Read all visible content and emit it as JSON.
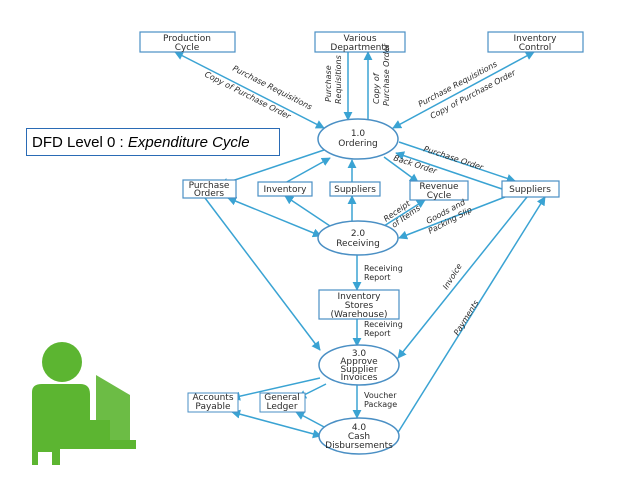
{
  "caption": {
    "prefix": "DFD Level 0 : ",
    "name": "Expenditure Cycle"
  },
  "colors": {
    "flow": "#3aa3d3",
    "box_border": "#4a8fc4",
    "icon": "#5cb531",
    "caption_border": "#2a6bb5"
  },
  "entities": {
    "production_cycle": [
      "Production",
      "Cycle"
    ],
    "various_departments": [
      "Various",
      "Departments"
    ],
    "inventory_control": [
      "Inventory",
      "Control"
    ],
    "purchase_orders": [
      "Purchase",
      "Orders"
    ],
    "inventory": [
      "Inventory"
    ],
    "suppliers_mid": [
      "Suppliers"
    ],
    "revenue_cycle": [
      "Revenue",
      "Cycle"
    ],
    "suppliers_right": [
      "Suppliers"
    ],
    "inventory_stores": [
      "Inventory",
      "Stores",
      "(Warehouse)"
    ],
    "accounts_payable": [
      "Accounts",
      "Payable"
    ],
    "general_ledger": [
      "General",
      "Ledger"
    ]
  },
  "processes": {
    "ordering": [
      "1.0",
      "Ordering"
    ],
    "receiving": [
      "2.0",
      "Receiving"
    ],
    "approve": [
      "3.0",
      "Approve",
      "Supplier",
      "Invoices"
    ],
    "cash": [
      "4.0",
      "Cash",
      "Disbursements"
    ]
  },
  "flow_labels": {
    "purchase_requisitions_left": "Purchase Requisitions",
    "copy_po_left": "Copy of Purchase Order",
    "purchase_vertical": "Purchase",
    "requisitions_vertical": "Requisitions",
    "copy_of_vertical": "Copy of",
    "purchase_order_vertical": "Purchase Order",
    "purchase_requisitions_right": "Purchase Requisitions",
    "copy_po_right": "Copy of Purchase Order",
    "purchase_order": "Purchase Order",
    "back_order": "Back Order",
    "receipt_of_items": [
      "Receipt",
      "of Items"
    ],
    "goods_packing_slip": [
      "Goods and",
      "Packing Slip"
    ],
    "receiving_report_1": [
      "Receiving",
      "Report"
    ],
    "receiving_report_2": [
      "Receiving",
      "Report"
    ],
    "invoice": "Invoice",
    "payments": "Payments",
    "voucher_package": [
      "Voucher",
      "Package"
    ]
  }
}
